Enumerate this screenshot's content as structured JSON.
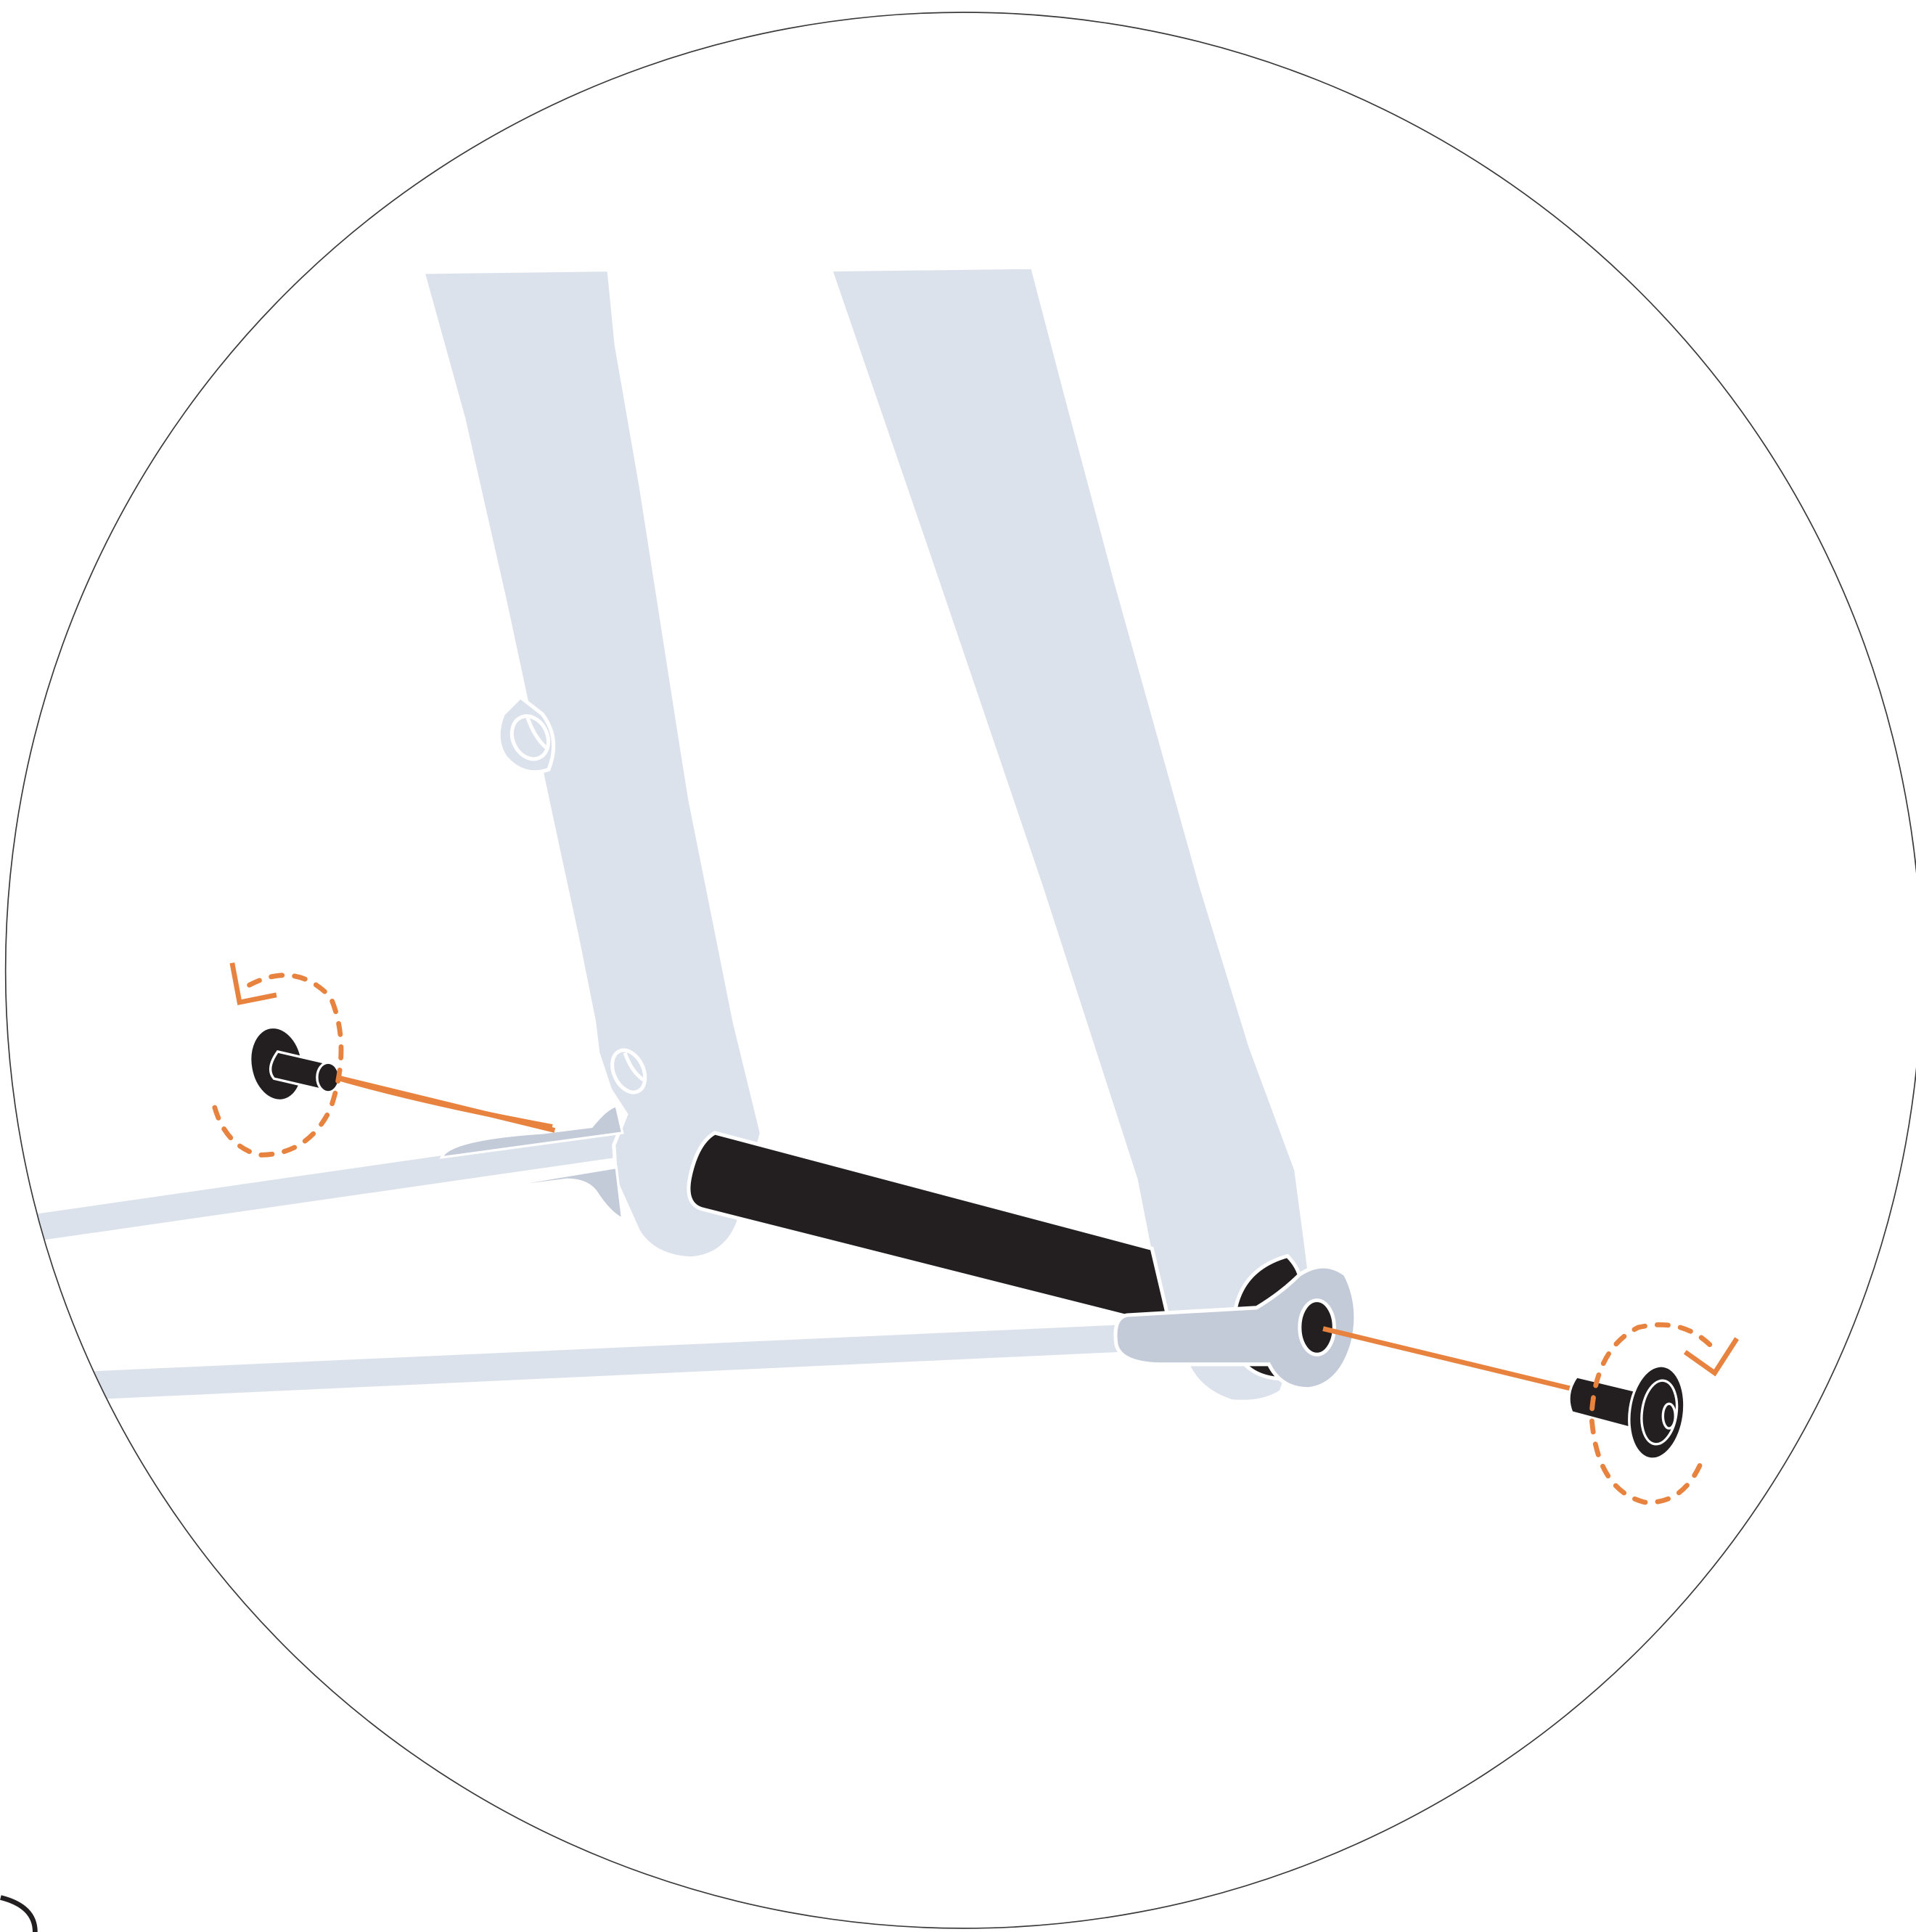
{
  "colors": {
    "background": "#ffffff",
    "frame_outline": "#3a3a3a",
    "fork_fill": "#dce2ec",
    "fork_shadow": "#c3cad8",
    "axle_black": "#231f20",
    "highlight_orange": "#e8823f",
    "outline_white": "#ffffff"
  },
  "icons": {
    "left_rotation": "counter-clockwise-arrow",
    "right_rotation": "clockwise-arrow",
    "left_part": "bolt-cap",
    "right_part": "bolt-cap"
  }
}
